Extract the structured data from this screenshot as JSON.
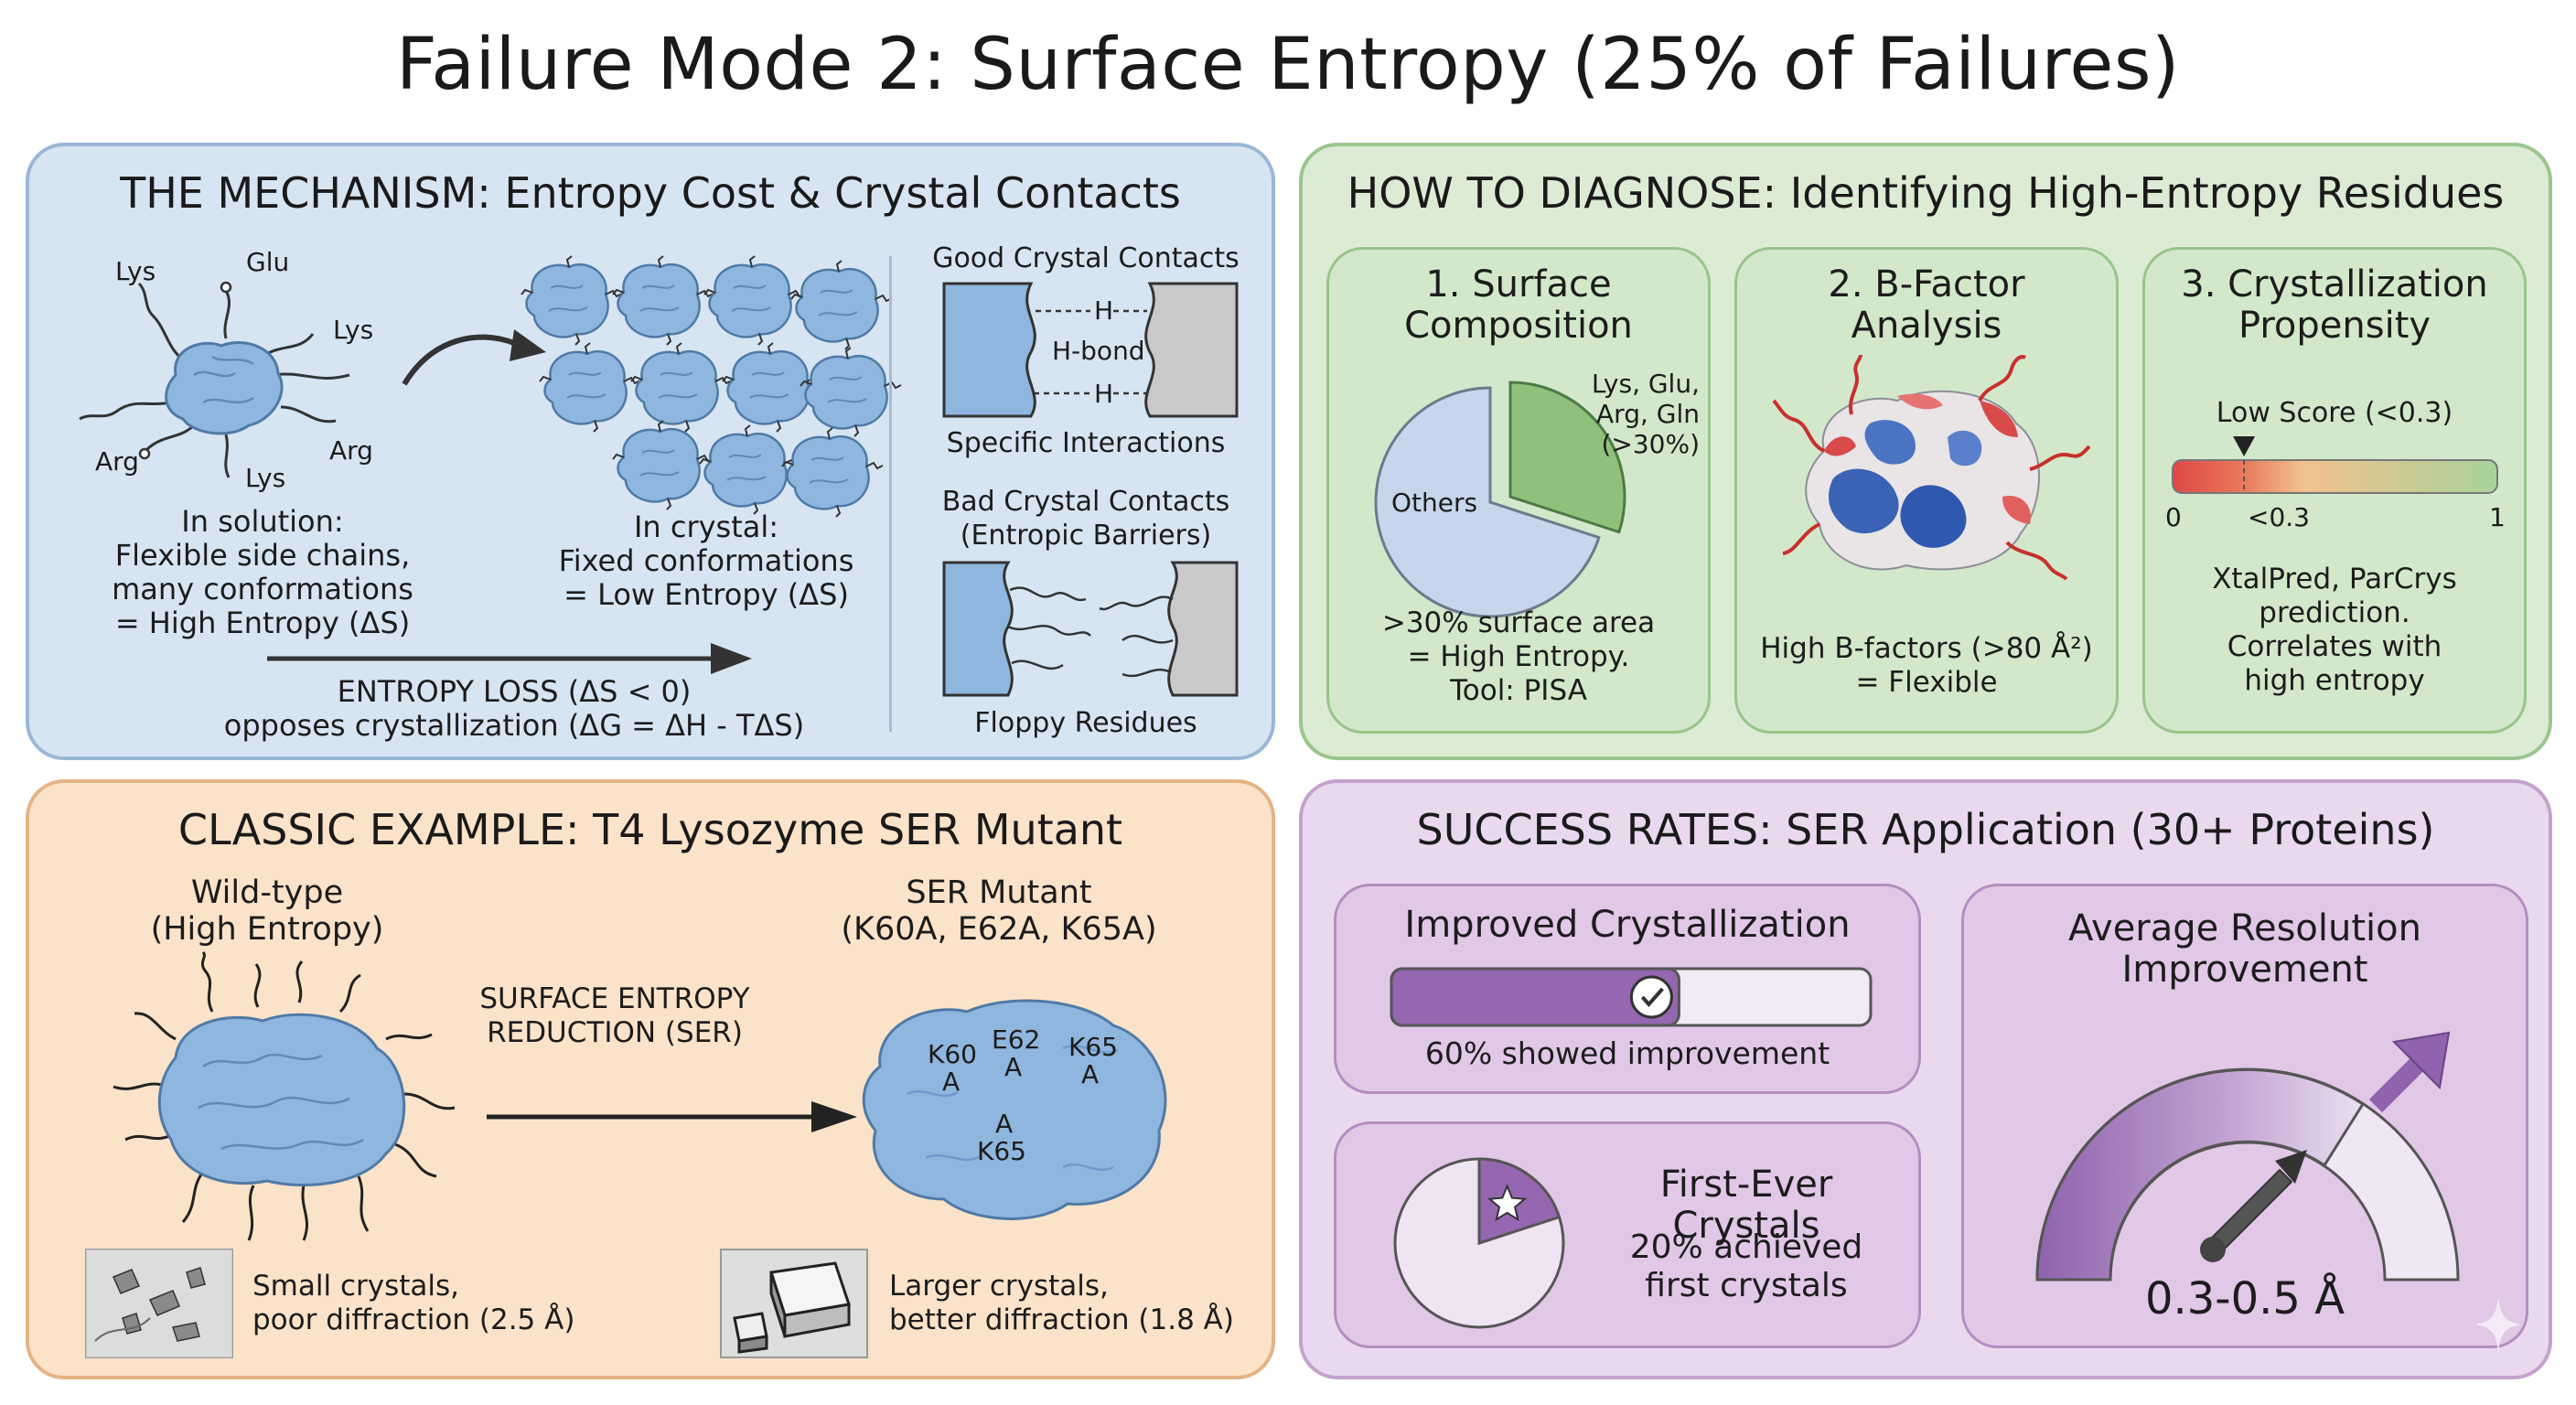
{
  "title": "Failure Mode 2: Surface Entropy (25% of Failures)",
  "colors": {
    "mechanism_bg": "#d7e5f3",
    "diagnose_bg": "#dcebd4",
    "example_bg": "#fbe3c9",
    "success_bg": "#ead9ee",
    "protein_blue": "#8fb6de",
    "accent_purple": "#9467b0",
    "accent_green": "#8fc17d"
  },
  "mechanism": {
    "title": "THE MECHANISM: Entropy Cost & Crystal Contacts",
    "residue_labels": [
      "Lys",
      "Glu",
      "Lys",
      "Arg",
      "Arg",
      "Lys"
    ],
    "solution_caption": [
      "In solution:",
      "Flexible side chains,",
      "many conformations",
      "= High Entropy (ΔS)"
    ],
    "crystal_caption": [
      "In crystal:",
      "Fixed conformations",
      "= Low Entropy (ΔS)"
    ],
    "entropy_loss": [
      "ENTROPY LOSS (ΔS < 0)",
      "opposes crystallization (ΔG = ΔH - TΔS)"
    ],
    "good_contacts": {
      "title": "Good Crystal Contacts",
      "bond_labels": [
        "H",
        "H-bond",
        "H"
      ],
      "caption": "Specific Interactions"
    },
    "bad_contacts": {
      "title_lines": [
        "Bad Crystal Contacts",
        "(Entropic Barriers)"
      ],
      "caption": "Floppy Residues"
    }
  },
  "diagnose": {
    "title": "HOW TO DIAGNOSE: Identifying High-Entropy Residues",
    "cards": [
      {
        "title_lines": [
          "1. Surface",
          "Composition"
        ],
        "pie_labels": {
          "highlight": [
            "Lys, Glu,",
            "Arg, Gln",
            "(>30%)"
          ],
          "other": "Others"
        },
        "caption": [
          ">30% surface area",
          "= High Entropy.",
          "Tool: PISA"
        ]
      },
      {
        "title_lines": [
          "2. B-Factor",
          "Analysis"
        ],
        "caption": [
          "High B-factors (>80 Å²)",
          "= Flexible"
        ]
      },
      {
        "title_lines": [
          "3. Crystallization",
          "Propensity"
        ],
        "marker_label": "Low Score (<0.3)",
        "scale_labels": [
          "0",
          "<0.3",
          "1"
        ],
        "score_marker": 0.22,
        "caption": [
          "XtalPred, ParCrys",
          "prediction.",
          "Correlates with",
          "high entropy"
        ]
      }
    ]
  },
  "example": {
    "title": "CLASSIC EXAMPLE: T4 Lysozyme SER Mutant",
    "wildtype": [
      "Wild-type",
      "(High Entropy)"
    ],
    "mutant": [
      "SER Mutant",
      "(K60A, E62A, K65A)"
    ],
    "arrow_label": [
      "SURFACE ENTROPY",
      "REDUCTION (SER)"
    ],
    "mutation_labels": [
      "K60",
      "A",
      "E62",
      "A",
      "K65",
      "A",
      "A",
      "K65"
    ],
    "small_crystals": [
      "Small crystals,",
      "poor diffraction (2.5 Å)"
    ],
    "larger_crystals": [
      "Larger crystals,",
      "better diffraction (1.8 Å)"
    ]
  },
  "success": {
    "title": "SUCCESS RATES: SER Application (30+ Proteins)",
    "improved": {
      "title": "Improved Crystallization",
      "percent": 60,
      "caption": "60% showed improvement"
    },
    "first_ever": {
      "title": "First-Ever Crystals",
      "percent": 20,
      "caption": [
        "20% achieved",
        "first crystals"
      ]
    },
    "resolution": {
      "title_lines": [
        "Average Resolution",
        "Improvement"
      ],
      "value": "0.3-0.5 Å"
    }
  }
}
